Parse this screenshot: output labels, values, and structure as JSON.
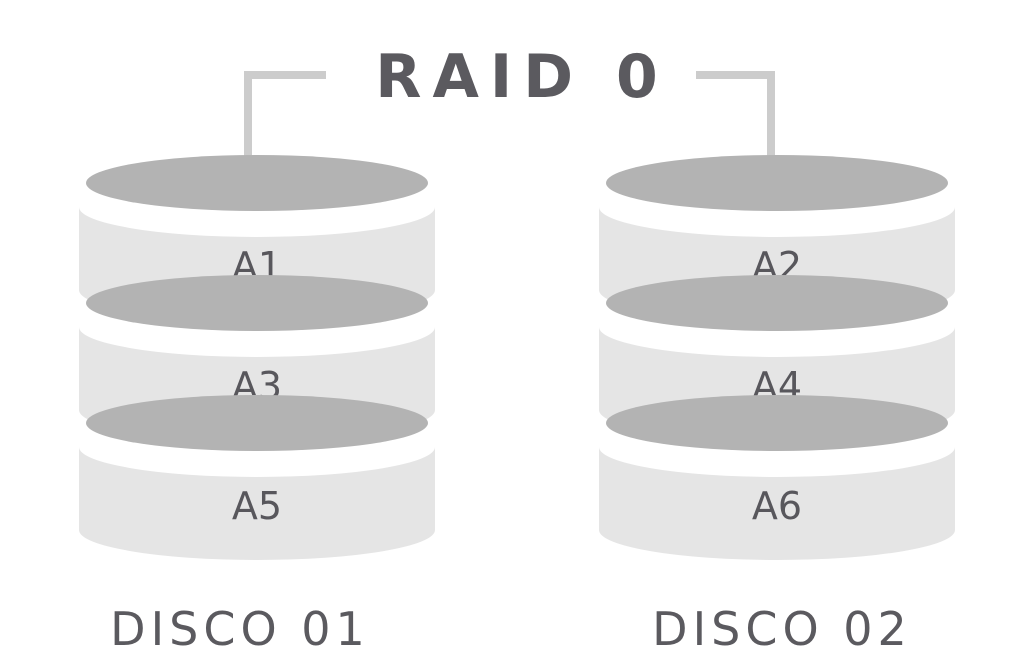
{
  "title": "RAID 0",
  "colors": {
    "text": "#5b5a5f",
    "disk_top": "#b3b3b3",
    "disk_band": "#e5e5e5",
    "connector": "#cccccc",
    "background": "#ffffff"
  },
  "disks": [
    {
      "label": "DISCO 01",
      "blocks": [
        "A1",
        "A3",
        "A5"
      ]
    },
    {
      "label": "DISCO 02",
      "blocks": [
        "A2",
        "A4",
        "A6"
      ]
    }
  ]
}
